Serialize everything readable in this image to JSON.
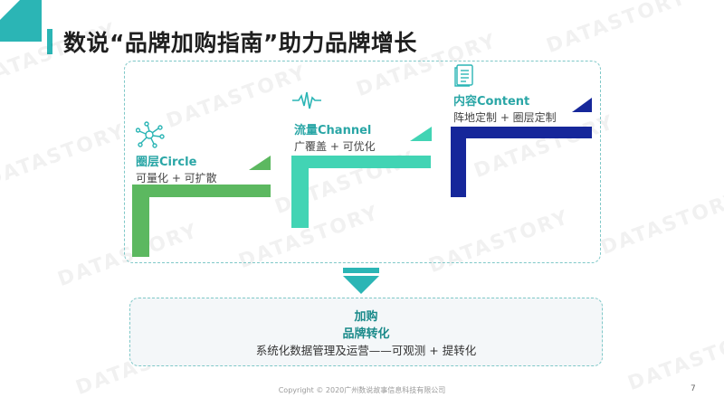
{
  "title": "数说“品牌加购指南”助力品牌增长",
  "watermark": "DATASTORY",
  "steps": [
    {
      "title": "圈层Circle",
      "subtitle": "可量化 + 可扩散",
      "color": "#5cb860",
      "icon": "network-icon"
    },
    {
      "title": "流量Channel",
      "subtitle": "广覆盖 + 可优化",
      "color": "#42d4b4",
      "icon": "pulse-icon"
    },
    {
      "title": "内容Content",
      "subtitle": "阵地定制 + 圈层定制",
      "color": "#16279a",
      "icon": "document-icon"
    }
  ],
  "result": {
    "line1": "加购",
    "line2": "品牌转化",
    "line3": "系统化数据管理及运营——可观测 + 提转化"
  },
  "footer": {
    "copyright": "Copyright © 2020广州数说故事信息科技有限公司",
    "page": "7"
  },
  "colors": {
    "accent": "#2bb5b5",
    "result_text": "#1a8a8a",
    "border": "#7fc8c8"
  }
}
